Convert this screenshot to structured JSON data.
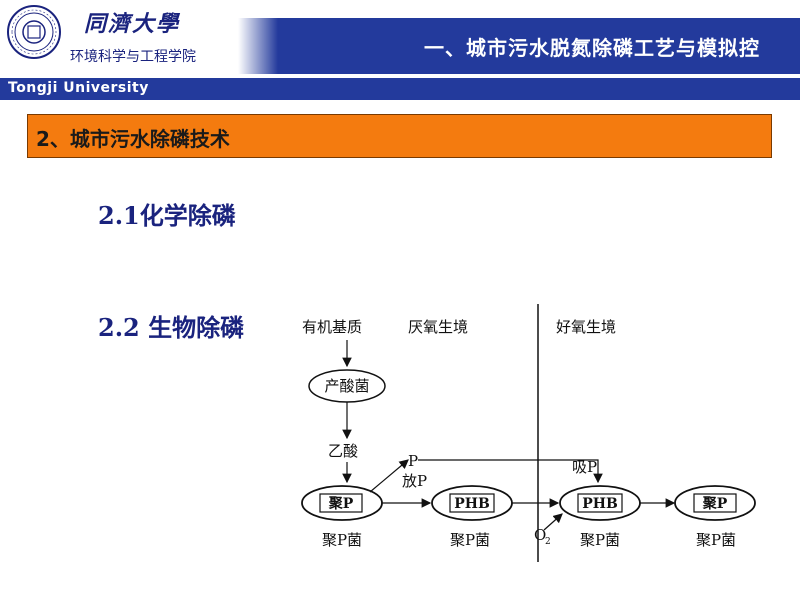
{
  "header": {
    "university_cn": "同濟大學",
    "school_cn": "环境科学与工程学院",
    "university_en": "Tongji University",
    "title": "一、城市污水脱氮除磷工艺与模拟控",
    "logo_text": "TONGJI UNIVERSITY"
  },
  "section": {
    "title": "2、城市污水除磷技术"
  },
  "items": [
    {
      "label": "2.1化学除磷"
    },
    {
      "label": "2.2 生物除磷"
    }
  ],
  "diagram": {
    "organic_substrate": "有机基质",
    "anaerobic_env": "厌氧生境",
    "aerobic_env": "好氧生境",
    "acid_bacteria": "产酸菌",
    "acetic_acid": "乙酸",
    "p_label": "P",
    "release_p": "放P",
    "uptake_p": "吸P",
    "poly_p": "聚P",
    "phb": "PHB",
    "poly_p_bacteria": "聚P菌",
    "oxygen": "O",
    "oxygen_sub": "2"
  }
}
